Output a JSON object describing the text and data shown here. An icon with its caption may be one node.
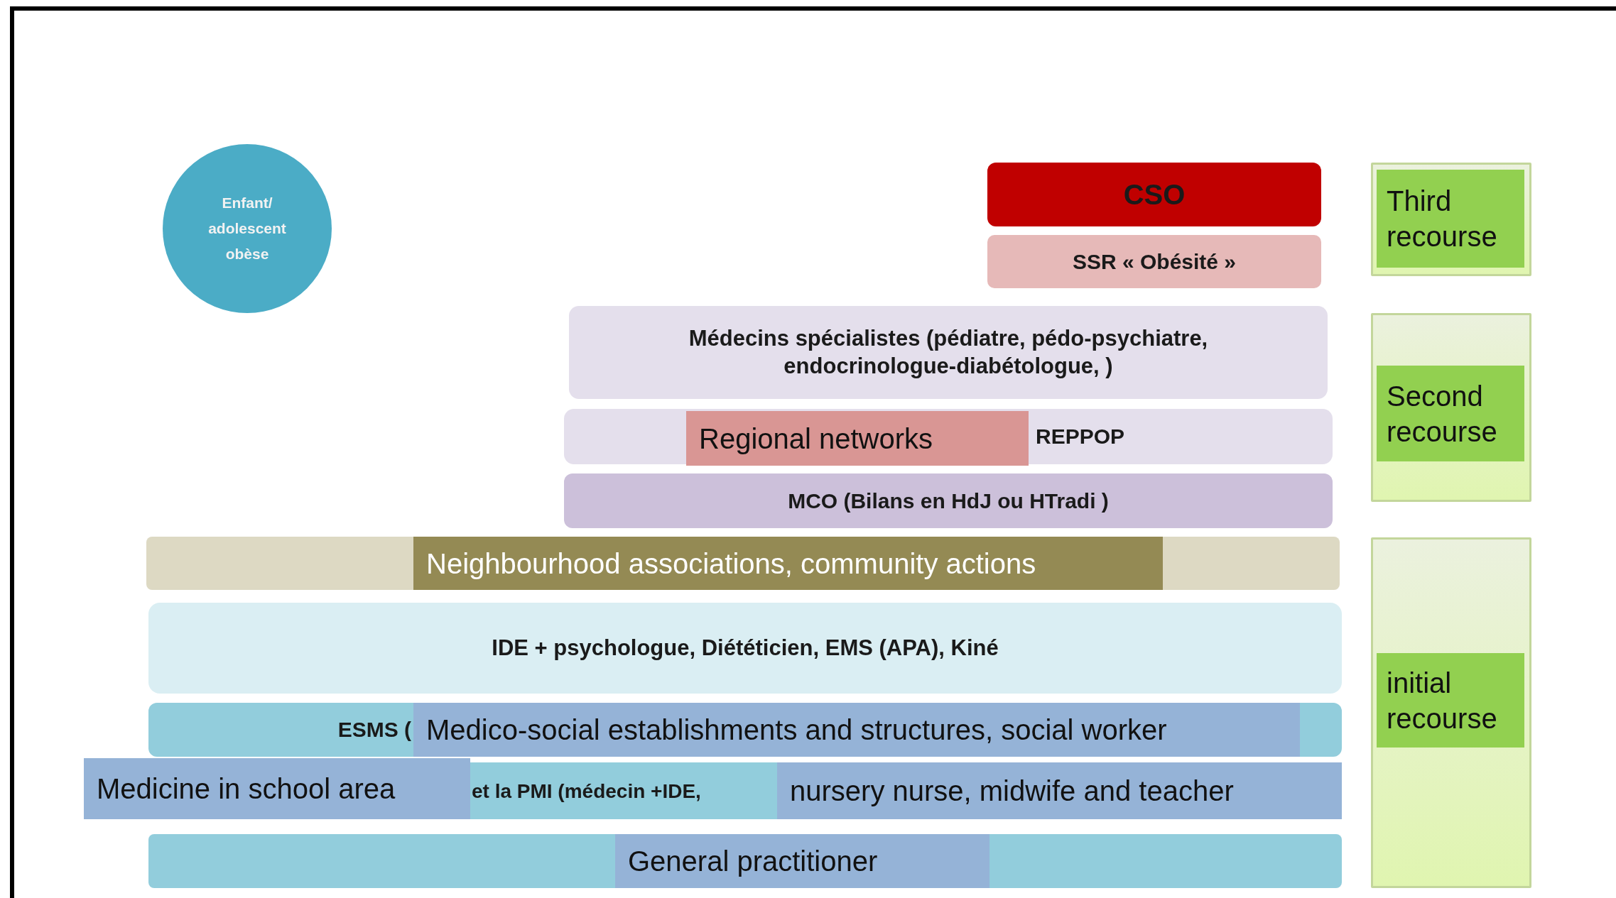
{
  "diagram": {
    "nodes": [
      {
        "text": [
          "Enfant/ adolescent obèse"
        ]
      },
      {
        "text": [
          "CSO"
        ]
      },
      {
        "text": [
          "SSR « Obésité »"
        ]
      },
      {
        "text": [
          "Médecins spécialistes (pédiatre, pédo-psychiatre, endocrinologue-diabétologue, )"
        ]
      },
      {
        "text": [
          "REPPOP"
        ]
      },
      {
        "text": [
          "Regional networks"
        ],
        "in": 4
      },
      {
        "text": [
          "MCO (Bilans en HdJ ou HTradi )"
        ]
      },
      {
        "text": [],
        "shape": "bar"
      },
      {
        "text": [
          "Neighbourhood associations, community actions"
        ],
        "in": 7
      },
      {
        "text": [
          "IDE + psychologue, Diététicien, EMS (APA), Kiné"
        ]
      },
      {
        "text": [
          "ESMS ("
        ]
      },
      {
        "text": [
          "Medico-social establishments and structures, social worker"
        ],
        "in": 10
      },
      {
        "text": [
          "et la PMI (médecin +IDE,"
        ]
      },
      {
        "text": [
          "Medicine in school area"
        ]
      },
      {
        "text": [
          "nursery nurse, midwife and teacher"
        ],
        "in": 12
      },
      {
        "text": [],
        "shape": "bar"
      },
      {
        "text": [
          "General practitioner"
        ],
        "in": 15
      },
      {
        "text": [],
        "shape": "box"
      },
      {
        "text": [
          "Third recourse"
        ],
        "in": 17
      },
      {
        "text": [],
        "shape": "box"
      },
      {
        "text": [
          "Second recourse"
        ],
        "in": 19
      },
      {
        "text": [],
        "shape": "box"
      },
      {
        "text": [
          "initial recourse"
        ],
        "in": 21
      }
    ]
  }
}
